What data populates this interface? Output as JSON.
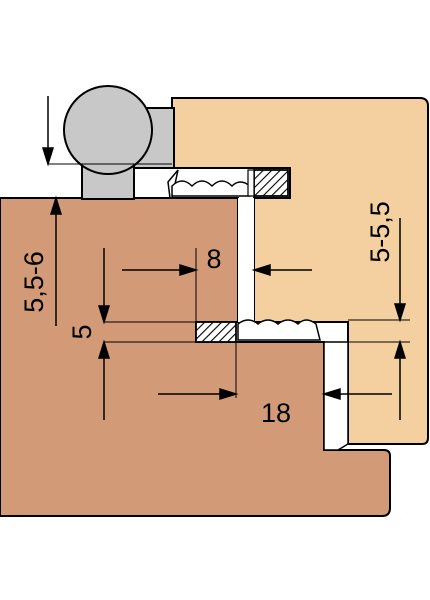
{
  "labels": {
    "dim_5_5_6": "5,5-6",
    "dim_5": "5",
    "dim_8": "8",
    "dim_18": "18",
    "dim_5_5_5": "5-5,5"
  },
  "colors": {
    "frame": "#d39a78",
    "sash": "#f4cfa0",
    "gasket": "#ffffff",
    "hinge": "#c8c8c8",
    "outline": "#000000"
  },
  "icons": {
    "hinge": "hinge-knuckle-icon",
    "gasket": "seal-gasket-hatch"
  }
}
